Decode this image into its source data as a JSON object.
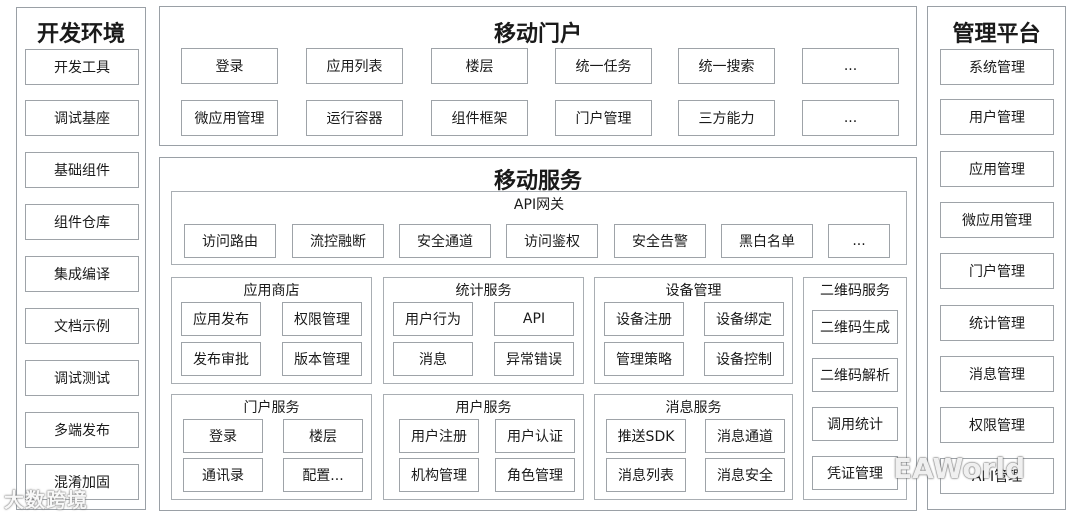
{
  "left_panel": {
    "title": "开发环境",
    "items": [
      "开发工具",
      "调试基座",
      "基础组件",
      "组件仓库",
      "集成编译",
      "文档示例",
      "调试测试",
      "多端发布",
      "混淆加固"
    ]
  },
  "portal": {
    "title": "移动门户",
    "row1": [
      "登录",
      "应用列表",
      "楼层",
      "统一任务",
      "统一搜索",
      "..."
    ],
    "row2": [
      "微应用管理",
      "运行容器",
      "组件框架",
      "门户管理",
      "三方能力",
      "..."
    ]
  },
  "services": {
    "title": "移动服务",
    "gateway": {
      "title": "API网关",
      "items": [
        "访问路由",
        "流控融断",
        "安全通道",
        "访问鉴权",
        "安全告警",
        "黑白名单",
        "..."
      ]
    },
    "app_store": {
      "title": "应用商店",
      "items": [
        "应用发布",
        "权限管理",
        "发布审批",
        "版本管理"
      ]
    },
    "stats": {
      "title": "统计服务",
      "items": [
        "用户行为",
        "API",
        "消息",
        "异常错误"
      ]
    },
    "device": {
      "title": "设备管理",
      "items": [
        "设备注册",
        "设备绑定",
        "管理策略",
        "设备控制"
      ]
    },
    "portal_service": {
      "title": "门户服务",
      "items": [
        "登录",
        "楼层",
        "通讯录",
        "配置..."
      ]
    },
    "user_service": {
      "title": "用户服务",
      "items": [
        "用户注册",
        "用户认证",
        "机构管理",
        "角色管理"
      ]
    },
    "message_service": {
      "title": "消息服务",
      "items": [
        "推送SDK",
        "消息通道",
        "消息列表",
        "消息安全"
      ]
    },
    "qrcode": {
      "title": "二维码服务",
      "items": [
        "二维码生成",
        "二维码解析",
        "调用统计",
        "凭证管理"
      ]
    }
  },
  "right_panel": {
    "title": "管理平台",
    "items": [
      "系统管理",
      "用户管理",
      "应用管理",
      "微应用管理",
      "门户管理",
      "统计管理",
      "消息管理",
      "权限管理",
      "API管理"
    ]
  },
  "watermarks": {
    "left": "大数跨境",
    "right": "EAWorld"
  }
}
